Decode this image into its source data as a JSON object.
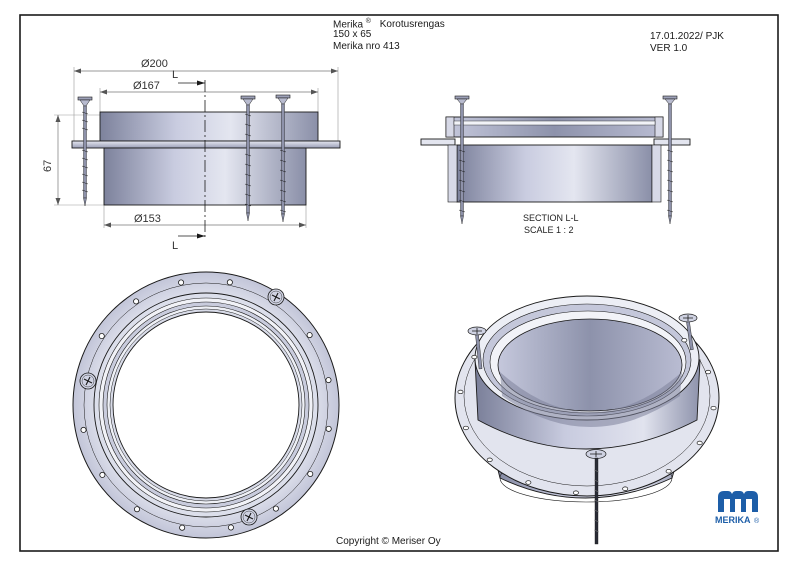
{
  "header": {
    "brand_line": "Merika",
    "registered_mark": "®",
    "product_name": "Korotusrengas",
    "size": "150 x 65",
    "product_number": "Merika nro 413",
    "date_author": "17.01.2022/ PJK",
    "version": "VER 1.0"
  },
  "dimensions": {
    "outer_diameter": "Ø200",
    "inner_diameter_top": "Ø167",
    "inner_diameter_bottom": "Ø153",
    "height": "67",
    "section_marker_top": "L",
    "section_marker_bottom": "L"
  },
  "section_view": {
    "title": "SECTION L-L",
    "scale": "SCALE 1 : 2"
  },
  "footer": {
    "copyright": "Copyright © Meriser Oy"
  },
  "logo": {
    "text": "MERIKA",
    "mark": "®",
    "color": "#1d5ea8"
  },
  "colors": {
    "line": "#1a1a1a",
    "steel_light": "#dde0ec",
    "steel_mid": "#a9adc4",
    "steel_dark": "#6e7390"
  }
}
